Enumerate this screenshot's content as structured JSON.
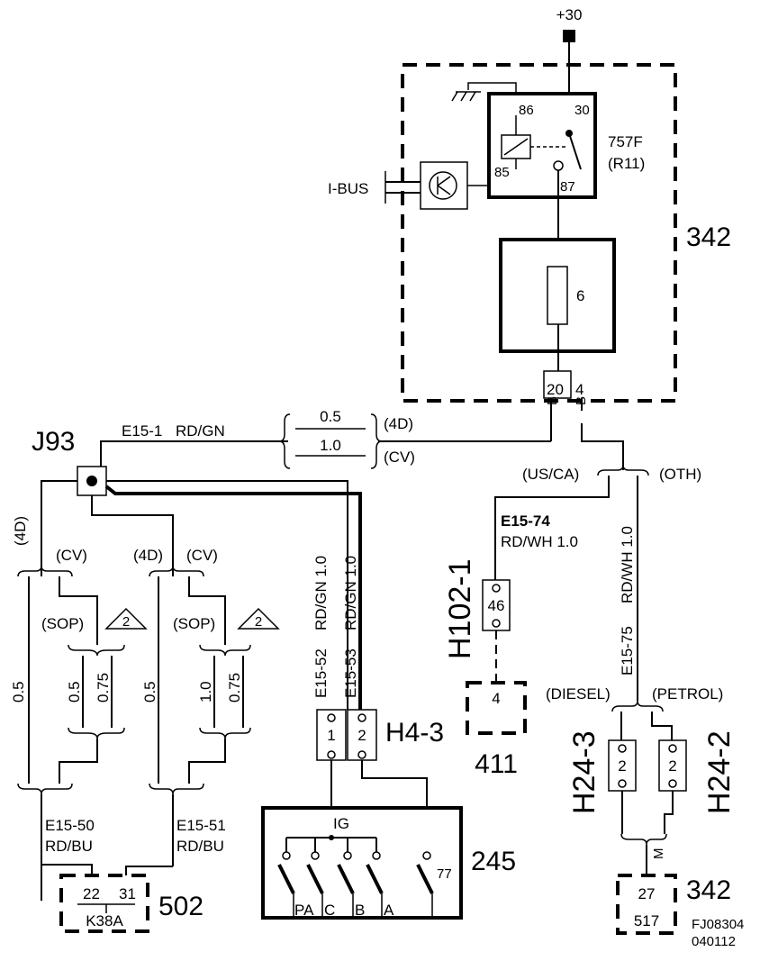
{
  "supply": {
    "label": "+30"
  },
  "relay": {
    "id": "757F",
    "location": "(R11)",
    "pins": {
      "p86": "86",
      "p30": "30",
      "p85": "85",
      "p87": "87"
    }
  },
  "ibus": {
    "label": "I-BUS"
  },
  "fuse": {
    "number": "6"
  },
  "fuse_box": {
    "id": "342",
    "pin_left": "20",
    "pin_right": "4",
    "pin_letter": "B"
  },
  "junction": {
    "id": "J93"
  },
  "wire_main": {
    "id": "E15-1",
    "color": "RD/GN",
    "size_4d": "0.5",
    "size_cv": "1.0",
    "variant_4d": "(4D)",
    "variant_cv": "(CV)"
  },
  "branch_left": {
    "v4d": "(4D)",
    "vcv": "(CV)",
    "sop": "(SOP)",
    "size_a": "0.5",
    "size_b": "0.5",
    "size_c": "0.75",
    "note": "2"
  },
  "branch_mid": {
    "v4d": "(4D)",
    "vcv": "(CV)",
    "sop": "(SOP)",
    "size_a": "0.5",
    "size_b": "1.0",
    "size_c": "0.75",
    "note": "2"
  },
  "wire_e1552": {
    "id": "E15-52",
    "spec": "RD/GN 1.0"
  },
  "wire_e1553": {
    "id": "E15-53",
    "spec": "RD/GN 1.0"
  },
  "connector_h43": {
    "id": "H4-3",
    "pin1": "1",
    "pin2": "2"
  },
  "wire_e1550": {
    "id": "E15-50",
    "color": "RD/BU"
  },
  "wire_e1551": {
    "id": "E15-51",
    "color": "RD/BU"
  },
  "unit_502": {
    "id": "502",
    "pin_a": "22",
    "pin_b": "31",
    "name": "K38A"
  },
  "switch_245": {
    "id": "245",
    "ig": "IG",
    "pa": "PA",
    "c": "C",
    "b": "B",
    "a": "A",
    "pin": "77"
  },
  "market": {
    "us": "(US/CA)",
    "oth": "(OTH)"
  },
  "wire_e1574": {
    "id": "E15-74",
    "spec": "RD/WH 1.0"
  },
  "connector_h1021": {
    "id": "H102-1",
    "pin": "46"
  },
  "unit_411": {
    "id": "411",
    "pin": "4"
  },
  "wire_e1575": {
    "id": "E15-75",
    "spec": "RD/WH 1.0"
  },
  "engine": {
    "diesel": "(DIESEL)",
    "petrol": "(PETROL)"
  },
  "connector_h243": {
    "id": "H24-3",
    "pin": "2"
  },
  "connector_h242": {
    "id": "H24-2",
    "pin": "2"
  },
  "unit_342_bottom": {
    "id": "342",
    "pin": "27",
    "name": "517",
    "mark": "M"
  },
  "figure_ref": {
    "code": "FJ08304",
    "date": "040112"
  }
}
